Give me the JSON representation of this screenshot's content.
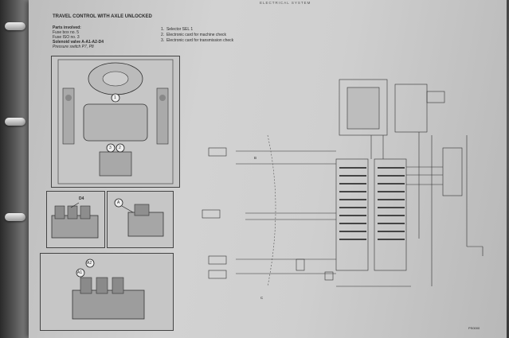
{
  "header": {
    "section": "ELECTRICAL SYSTEM"
  },
  "title": "TRAVEL CONTROL WITH AXLE UNLOCKED",
  "parts": {
    "heading": "Parts involved:",
    "items": [
      "Fuse box no. 5",
      "Fuse ISO no. 3",
      "Solenoid valve A-A1-A2-D4",
      "Pressure switch P7, P8"
    ]
  },
  "legend": [
    {
      "num": "1.",
      "text": "Selector SEL 1"
    },
    {
      "num": "2.",
      "text": "Electronic card for machine check"
    },
    {
      "num": "3.",
      "text": "Electronic card for transmission check"
    }
  ],
  "callouts": {
    "c1": "1",
    "c2": "2",
    "c3": "3",
    "d4": "D4",
    "a": "A",
    "a1": "A1",
    "a2": "A2"
  },
  "diagram_labels": {
    "connector_b": "B",
    "connector_c": "C",
    "ref": "PS0000"
  },
  "colors": {
    "paper": "#cfcfcf",
    "ink": "#2b2b2b",
    "spine": "#3a3a3a"
  }
}
